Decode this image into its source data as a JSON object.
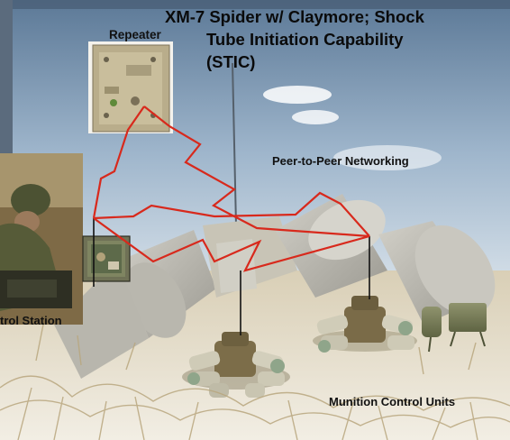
{
  "diagram": {
    "title_lines": [
      "XM-7 Spider w/ Claymore; Shock",
      "Tube Initiation Capability",
      "(STIC)"
    ],
    "labels": {
      "repeater": "Repeater",
      "networking": "Peer-to-Peer Networking",
      "control_station": "trol Station",
      "munition_units": "Munition Control Units"
    },
    "colors": {
      "link_line": "#d8291c",
      "tether": "#111111",
      "sky_top": "#5f7c99",
      "sky_bottom": "#eaf0f4",
      "ground": "#c9b892"
    }
  }
}
